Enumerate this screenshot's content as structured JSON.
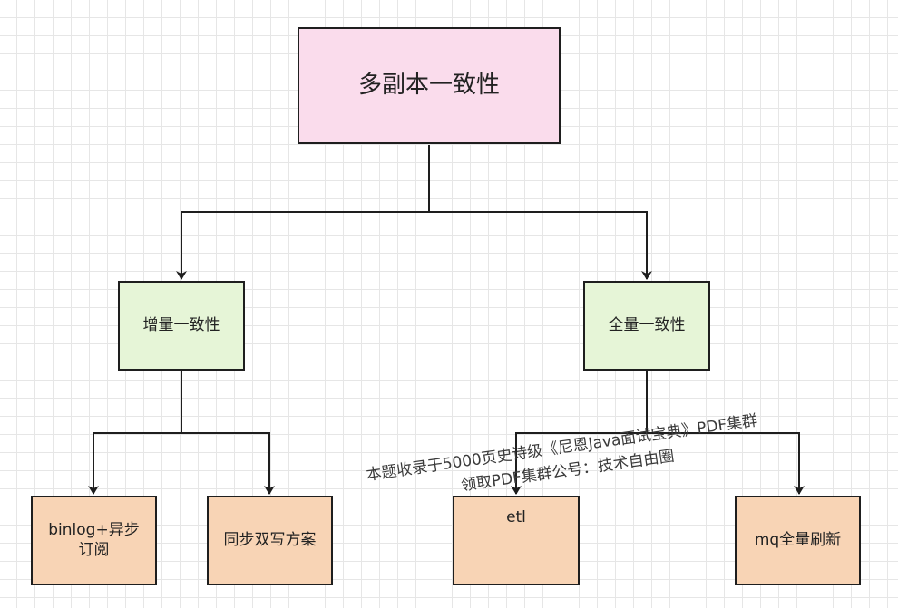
{
  "diagram": {
    "root": {
      "label": "多副本一致性"
    },
    "incremental": {
      "label": "增量一致性"
    },
    "full": {
      "label": "全量一致性"
    },
    "leaves": {
      "binlog": {
        "label": "binlog+异步\n订阅"
      },
      "dual_write": {
        "label": "同步双写方案"
      },
      "etl": {
        "label": "etl"
      },
      "mq_refresh": {
        "label": "mq全量刷新"
      }
    },
    "colors": {
      "root_fill": "#fadcec",
      "mid_fill": "#e6f5d7",
      "leaf_fill": "#f8d4b5",
      "stroke": "#1e1e1e"
    }
  },
  "watermark": {
    "line1": "本题收录于5000页史诗级《尼恩Java面试宝典》PDF集群",
    "line2": "领取PDF集群公号：技术自由圈"
  }
}
